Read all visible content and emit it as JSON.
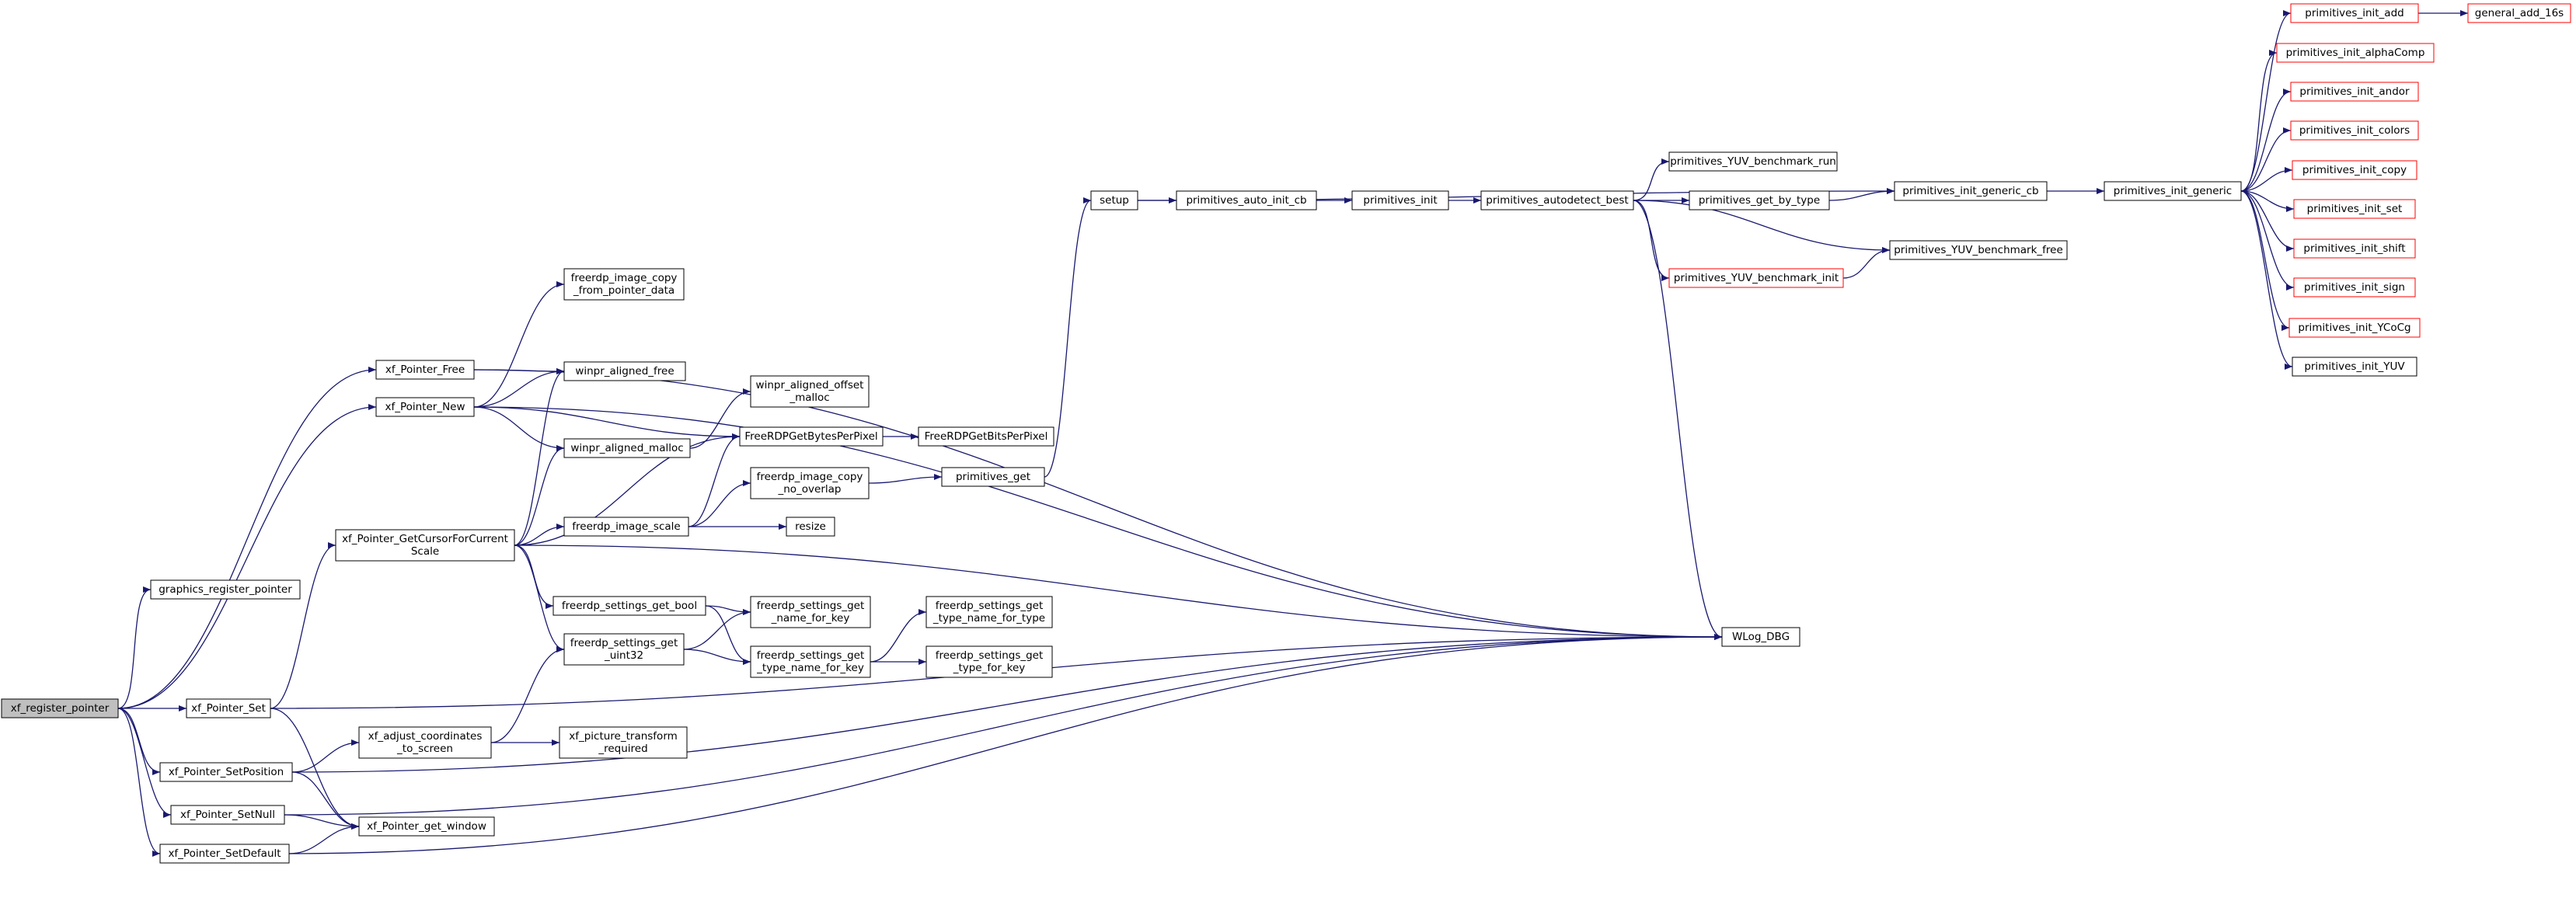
{
  "colors": {
    "edge": "#191970",
    "node_border": "#000000",
    "node_border_truncated": "#ff0000",
    "root_fill": "#bfbfbf",
    "node_fill": "#ffffff",
    "text": "#000000"
  },
  "nodes": [
    {
      "id": "xf_register_pointer",
      "lines": [
        "xf_register_pointer"
      ],
      "root": true
    },
    {
      "id": "graphics_register_pointer",
      "lines": [
        "graphics_register_pointer"
      ]
    },
    {
      "id": "xf_Pointer_Free",
      "lines": [
        "xf_Pointer_Free"
      ]
    },
    {
      "id": "xf_Pointer_New",
      "lines": [
        "xf_Pointer_New"
      ]
    },
    {
      "id": "xf_Pointer_GetCursorForCurrentScale",
      "lines": [
        "xf_Pointer_GetCursorForCurrent",
        "Scale"
      ]
    },
    {
      "id": "xf_Pointer_Set",
      "lines": [
        "xf_Pointer_Set"
      ]
    },
    {
      "id": "xf_Pointer_SetPosition",
      "lines": [
        "xf_Pointer_SetPosition"
      ]
    },
    {
      "id": "xf_Pointer_SetNull",
      "lines": [
        "xf_Pointer_SetNull"
      ]
    },
    {
      "id": "xf_Pointer_SetDefault",
      "lines": [
        "xf_Pointer_SetDefault"
      ]
    },
    {
      "id": "xf_adjust_coordinates_to_screen",
      "lines": [
        "xf_adjust_coordinates",
        "_to_screen"
      ]
    },
    {
      "id": "xf_Pointer_get_window",
      "lines": [
        "xf_Pointer_get_window"
      ]
    },
    {
      "id": "freerdp_image_copy_from_pointer_data",
      "lines": [
        "freerdp_image_copy",
        "_from_pointer_data"
      ]
    },
    {
      "id": "winpr_aligned_free",
      "lines": [
        "winpr_aligned_free"
      ]
    },
    {
      "id": "winpr_aligned_malloc",
      "lines": [
        "winpr_aligned_malloc"
      ]
    },
    {
      "id": "freerdp_image_scale",
      "lines": [
        "freerdp_image_scale"
      ]
    },
    {
      "id": "freerdp_settings_get_bool",
      "lines": [
        "freerdp_settings_get_bool"
      ]
    },
    {
      "id": "freerdp_settings_get_uint32",
      "lines": [
        "freerdp_settings_get",
        "_uint32"
      ]
    },
    {
      "id": "xf_picture_transform_required",
      "lines": [
        "xf_picture_transform",
        "_required"
      ]
    },
    {
      "id": "winpr_aligned_offset_malloc",
      "lines": [
        "winpr_aligned_offset",
        "_malloc"
      ]
    },
    {
      "id": "FreeRDPGetBytesPerPixel",
      "lines": [
        "FreeRDPGetBytesPerPixel"
      ]
    },
    {
      "id": "freerdp_image_copy_no_overlap",
      "lines": [
        "freerdp_image_copy",
        "_no_overlap"
      ]
    },
    {
      "id": "resize",
      "lines": [
        "resize"
      ]
    },
    {
      "id": "freerdp_settings_get_name_for_key",
      "lines": [
        "freerdp_settings_get",
        "_name_for_key"
      ]
    },
    {
      "id": "freerdp_settings_get_type_name_for_key",
      "lines": [
        "freerdp_settings_get",
        "_type_name_for_key"
      ]
    },
    {
      "id": "FreeRDPGetBitsPerPixel",
      "lines": [
        "FreeRDPGetBitsPerPixel"
      ]
    },
    {
      "id": "primitives_get",
      "lines": [
        "primitives_get"
      ]
    },
    {
      "id": "freerdp_settings_get_type_name_for_type",
      "lines": [
        "freerdp_settings_get",
        "_type_name_for_type"
      ]
    },
    {
      "id": "freerdp_settings_get_type_for_key",
      "lines": [
        "freerdp_settings_get",
        "_type_for_key"
      ]
    },
    {
      "id": "setup",
      "lines": [
        "setup"
      ]
    },
    {
      "id": "primitives_auto_init_cb",
      "lines": [
        "primitives_auto_init_cb"
      ]
    },
    {
      "id": "primitives_init",
      "lines": [
        "primitives_init"
      ]
    },
    {
      "id": "primitives_autodetect_best",
      "lines": [
        "primitives_autodetect_best"
      ]
    },
    {
      "id": "primitives_YUV_benchmark_run",
      "lines": [
        "primitives_YUV_benchmark_run"
      ]
    },
    {
      "id": "primitives_get_by_type",
      "lines": [
        "primitives_get_by_type"
      ]
    },
    {
      "id": "primitives_YUV_benchmark_init",
      "lines": [
        "primitives_YUV_benchmark_init"
      ],
      "truncated": true
    },
    {
      "id": "primitives_YUV_benchmark_free",
      "lines": [
        "primitives_YUV_benchmark_free"
      ]
    },
    {
      "id": "WLog_DBG",
      "lines": [
        "WLog_DBG"
      ]
    },
    {
      "id": "primitives_init_generic_cb",
      "lines": [
        "primitives_init_generic_cb"
      ]
    },
    {
      "id": "primitives_init_generic",
      "lines": [
        "primitives_init_generic"
      ]
    },
    {
      "id": "primitives_init_add",
      "lines": [
        "primitives_init_add"
      ],
      "truncated": true
    },
    {
      "id": "primitives_init_alphaComp",
      "lines": [
        "primitives_init_alphaComp"
      ],
      "truncated": true
    },
    {
      "id": "primitives_init_andor",
      "lines": [
        "primitives_init_andor"
      ],
      "truncated": true
    },
    {
      "id": "primitives_init_colors",
      "lines": [
        "primitives_init_colors"
      ],
      "truncated": true
    },
    {
      "id": "primitives_init_copy",
      "lines": [
        "primitives_init_copy"
      ],
      "truncated": true
    },
    {
      "id": "primitives_init_set",
      "lines": [
        "primitives_init_set"
      ],
      "truncated": true
    },
    {
      "id": "primitives_init_shift",
      "lines": [
        "primitives_init_shift"
      ],
      "truncated": true
    },
    {
      "id": "primitives_init_sign",
      "lines": [
        "primitives_init_sign"
      ],
      "truncated": true
    },
    {
      "id": "primitives_init_YCoCg",
      "lines": [
        "primitives_init_YCoCg"
      ],
      "truncated": true
    },
    {
      "id": "primitives_init_YUV",
      "lines": [
        "primitives_init_YUV"
      ]
    },
    {
      "id": "general_add_16s",
      "lines": [
        "general_add_16s"
      ],
      "truncated": true
    }
  ],
  "edges": [
    [
      "xf_register_pointer",
      "graphics_register_pointer"
    ],
    [
      "xf_register_pointer",
      "xf_Pointer_Free"
    ],
    [
      "xf_register_pointer",
      "xf_Pointer_New"
    ],
    [
      "xf_register_pointer",
      "xf_Pointer_Set"
    ],
    [
      "xf_register_pointer",
      "xf_Pointer_SetPosition"
    ],
    [
      "xf_register_pointer",
      "xf_Pointer_SetNull"
    ],
    [
      "xf_register_pointer",
      "xf_Pointer_SetDefault"
    ],
    [
      "xf_Pointer_Free",
      "winpr_aligned_free"
    ],
    [
      "xf_Pointer_Free",
      "WLog_DBG"
    ],
    [
      "xf_Pointer_New",
      "freerdp_image_copy_from_pointer_data"
    ],
    [
      "xf_Pointer_New",
      "winpr_aligned_free"
    ],
    [
      "xf_Pointer_New",
      "winpr_aligned_malloc"
    ],
    [
      "xf_Pointer_New",
      "FreeRDPGetBytesPerPixel"
    ],
    [
      "xf_Pointer_New",
      "WLog_DBG"
    ],
    [
      "xf_Pointer_GetCursorForCurrentScale",
      "winpr_aligned_free"
    ],
    [
      "xf_Pointer_GetCursorForCurrentScale",
      "winpr_aligned_malloc"
    ],
    [
      "xf_Pointer_GetCursorForCurrentScale",
      "FreeRDPGetBytesPerPixel"
    ],
    [
      "xf_Pointer_GetCursorForCurrentScale",
      "freerdp_image_scale"
    ],
    [
      "xf_Pointer_GetCursorForCurrentScale",
      "freerdp_settings_get_bool"
    ],
    [
      "xf_Pointer_GetCursorForCurrentScale",
      "freerdp_settings_get_uint32"
    ],
    [
      "xf_Pointer_GetCursorForCurrentScale",
      "WLog_DBG"
    ],
    [
      "xf_Pointer_Set",
      "xf_Pointer_GetCursorForCurrentScale"
    ],
    [
      "xf_Pointer_Set",
      "xf_Pointer_get_window"
    ],
    [
      "xf_Pointer_Set",
      "WLog_DBG"
    ],
    [
      "xf_Pointer_SetPosition",
      "xf_adjust_coordinates_to_screen"
    ],
    [
      "xf_Pointer_SetPosition",
      "xf_Pointer_get_window"
    ],
    [
      "xf_Pointer_SetPosition",
      "WLog_DBG"
    ],
    [
      "xf_Pointer_SetNull",
      "xf_Pointer_get_window"
    ],
    [
      "xf_Pointer_SetNull",
      "WLog_DBG"
    ],
    [
      "xf_Pointer_SetDefault",
      "xf_Pointer_get_window"
    ],
    [
      "xf_Pointer_SetDefault",
      "WLog_DBG"
    ],
    [
      "xf_adjust_coordinates_to_screen",
      "freerdp_settings_get_uint32"
    ],
    [
      "xf_adjust_coordinates_to_screen",
      "xf_picture_transform_required"
    ],
    [
      "winpr_aligned_malloc",
      "winpr_aligned_offset_malloc"
    ],
    [
      "freerdp_image_scale",
      "FreeRDPGetBytesPerPixel"
    ],
    [
      "freerdp_image_scale",
      "freerdp_image_copy_no_overlap"
    ],
    [
      "freerdp_image_scale",
      "resize"
    ],
    [
      "freerdp_settings_get_bool",
      "freerdp_settings_get_name_for_key"
    ],
    [
      "freerdp_settings_get_bool",
      "freerdp_settings_get_type_name_for_key"
    ],
    [
      "freerdp_settings_get_uint32",
      "freerdp_settings_get_name_for_key"
    ],
    [
      "freerdp_settings_get_uint32",
      "freerdp_settings_get_type_name_for_key"
    ],
    [
      "FreeRDPGetBytesPerPixel",
      "FreeRDPGetBitsPerPixel"
    ],
    [
      "freerdp_image_copy_no_overlap",
      "primitives_get"
    ],
    [
      "freerdp_settings_get_type_name_for_key",
      "freerdp_settings_get_type_name_for_type"
    ],
    [
      "freerdp_settings_get_type_name_for_key",
      "freerdp_settings_get_type_for_key"
    ],
    [
      "primitives_get",
      "setup"
    ],
    [
      "setup",
      "primitives_auto_init_cb"
    ],
    [
      "setup",
      "primitives_init_generic_cb"
    ],
    [
      "primitives_auto_init_cb",
      "primitives_init"
    ],
    [
      "primitives_init",
      "primitives_autodetect_best"
    ],
    [
      "primitives_autodetect_best",
      "primitives_YUV_benchmark_run"
    ],
    [
      "primitives_autodetect_best",
      "primitives_get_by_type"
    ],
    [
      "primitives_autodetect_best",
      "primitives_YUV_benchmark_init"
    ],
    [
      "primitives_autodetect_best",
      "primitives_YUV_benchmark_free"
    ],
    [
      "primitives_autodetect_best",
      "WLog_DBG"
    ],
    [
      "primitives_get_by_type",
      "primitives_init_generic_cb"
    ],
    [
      "primitives_YUV_benchmark_init",
      "primitives_YUV_benchmark_free"
    ],
    [
      "primitives_init_generic_cb",
      "primitives_init_generic"
    ],
    [
      "primitives_init_generic",
      "primitives_init_add"
    ],
    [
      "primitives_init_generic",
      "primitives_init_alphaComp"
    ],
    [
      "primitives_init_generic",
      "primitives_init_andor"
    ],
    [
      "primitives_init_generic",
      "primitives_init_colors"
    ],
    [
      "primitives_init_generic",
      "primitives_init_copy"
    ],
    [
      "primitives_init_generic",
      "primitives_init_set"
    ],
    [
      "primitives_init_generic",
      "primitives_init_shift"
    ],
    [
      "primitives_init_generic",
      "primitives_init_sign"
    ],
    [
      "primitives_init_generic",
      "primitives_init_YCoCg"
    ],
    [
      "primitives_init_generic",
      "primitives_init_YUV"
    ],
    [
      "primitives_init_add",
      "general_add_16s"
    ]
  ]
}
